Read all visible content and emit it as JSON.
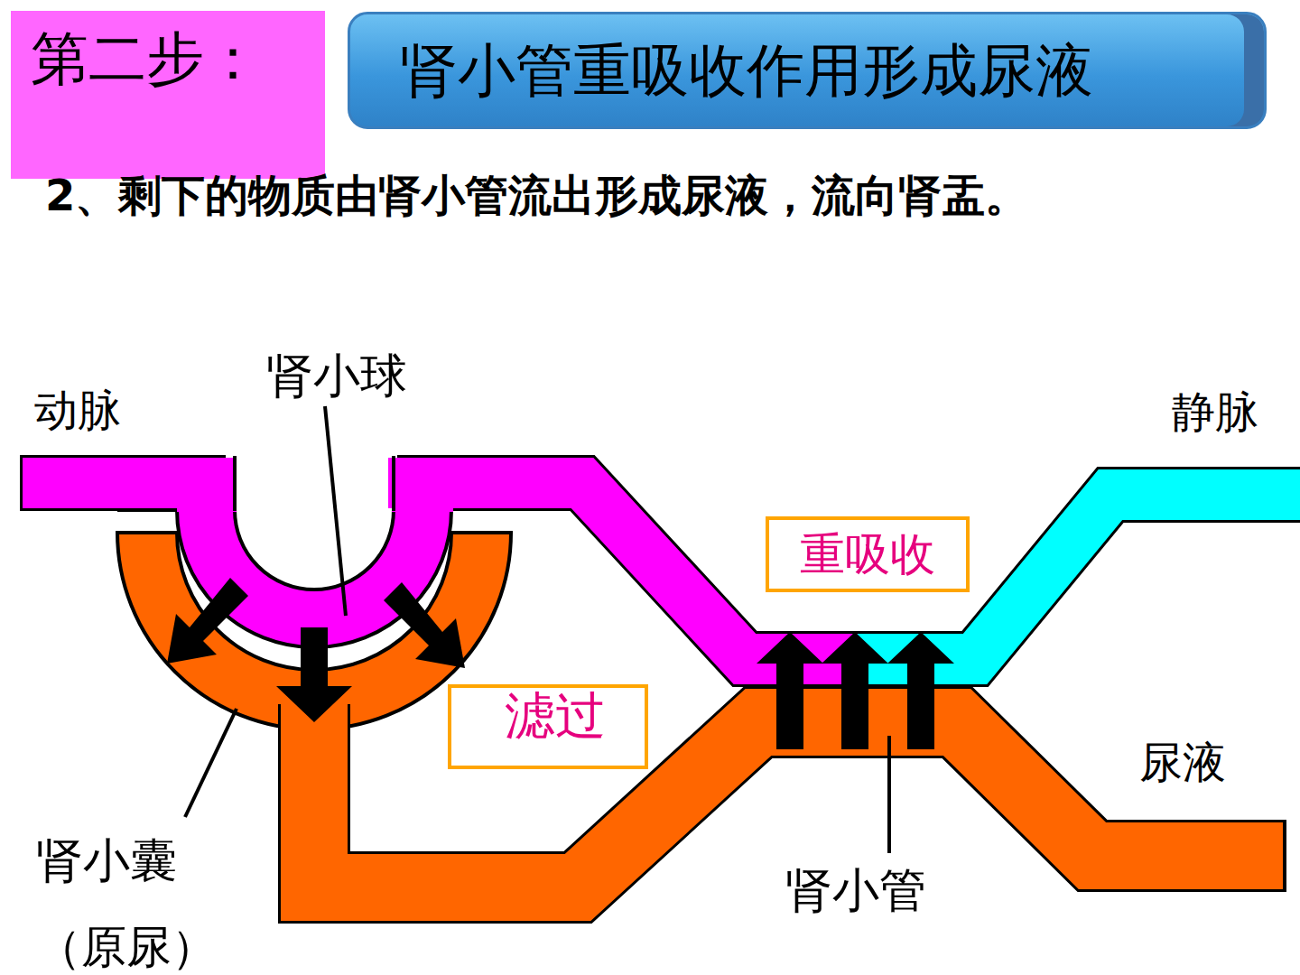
{
  "diagram": {
    "title": "肾小管重吸收作用形成尿液",
    "nodes": [
      {
        "text": [
          "第二步："
        ]
      },
      {
        "text": [
          "重吸收"
        ]
      },
      {
        "text": [
          "滤过"
        ]
      }
    ],
    "labels": [
      "2、剩下的物质由肾小管流出形成尿液，流向肾盂。",
      "肾小球",
      "动脉",
      "静脉",
      "尿液",
      "肾小囊",
      "（原尿）",
      "肾小管"
    ]
  }
}
